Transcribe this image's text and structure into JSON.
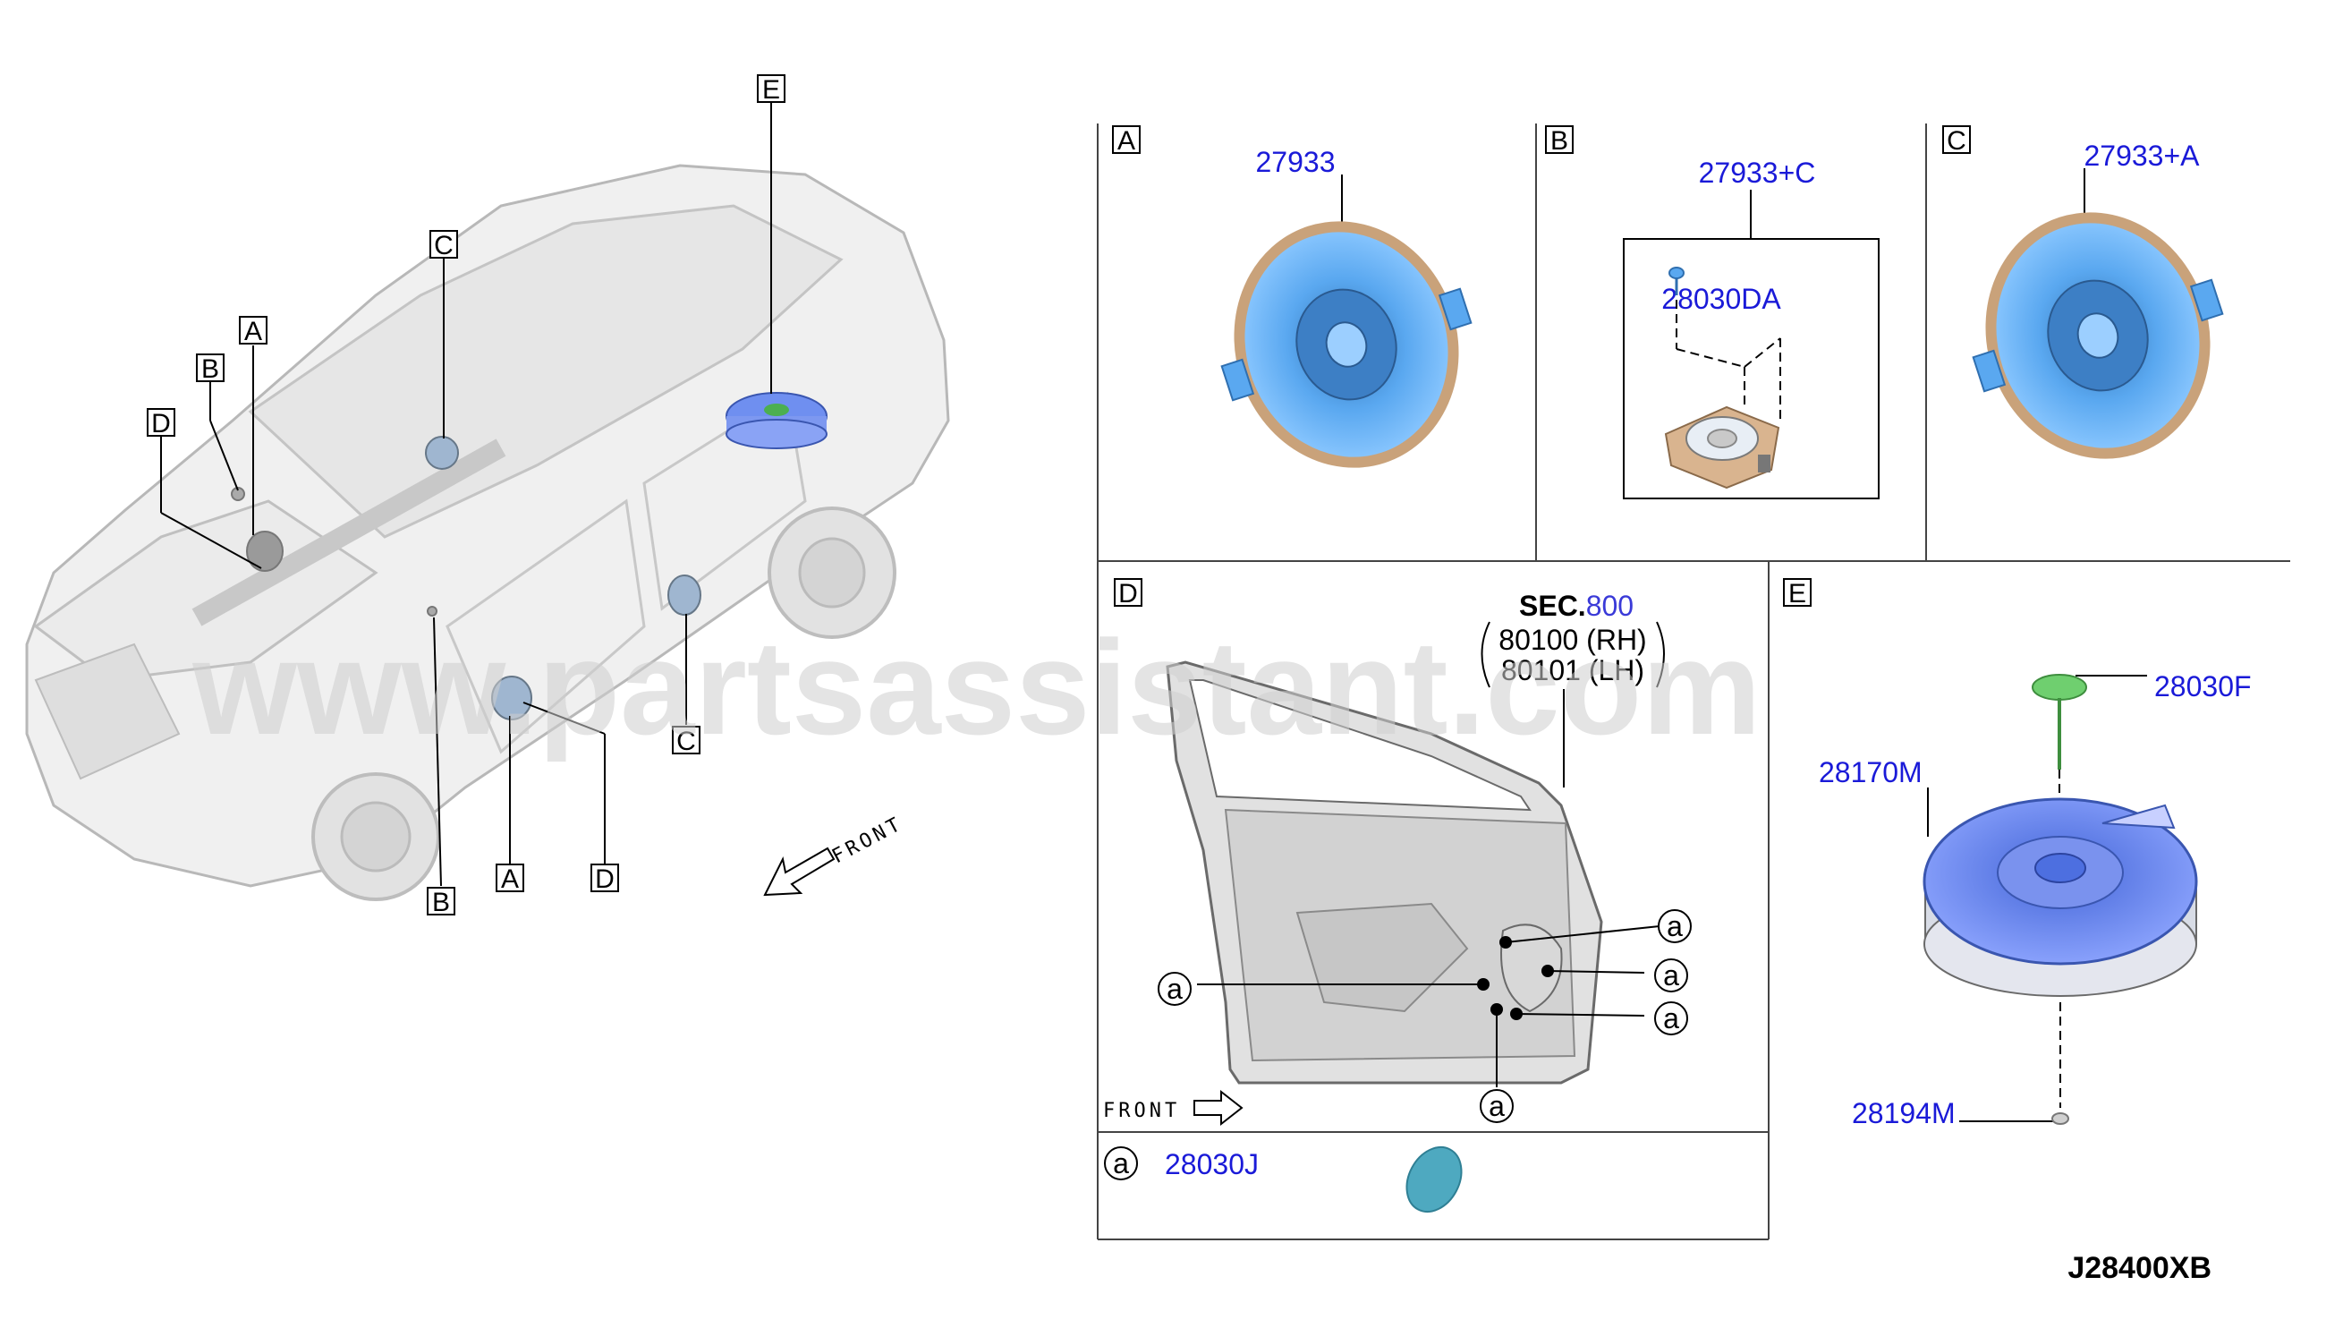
{
  "watermark": "www.partsassistant.com",
  "diagram_code": "J28400XB",
  "car_view": {
    "callouts": [
      "E",
      "C",
      "A",
      "B",
      "D",
      "C",
      "A",
      "D",
      "B"
    ],
    "front_label": "FRONT"
  },
  "panel_a": {
    "tag": "A",
    "part": "27933"
  },
  "panel_b": {
    "tag": "B",
    "part": "27933+C",
    "sub_part": "28030DA"
  },
  "panel_c": {
    "tag": "C",
    "part": "27933+A"
  },
  "panel_d": {
    "tag": "D",
    "sec_label": "SEC.",
    "sec_number": "800",
    "door_rh": "80100 (RH)",
    "door_lh": "80101 (LH)",
    "clip_marker": "a",
    "front_label": "FRONT"
  },
  "panel_a_small": {
    "marker": "a",
    "part": "28030J"
  },
  "panel_e": {
    "tag": "E",
    "part_top": "28030F",
    "part_main": "28170M",
    "part_bottom": "28194M"
  },
  "colors": {
    "part_label": "#1a1ad8",
    "speaker_blue": "#5aa8f0",
    "ring_tan": "#c9a27a",
    "green_part": "#6fcf6f",
    "teal_pad": "#4ea9c0",
    "woofer_blue": "#6f8ff0"
  }
}
